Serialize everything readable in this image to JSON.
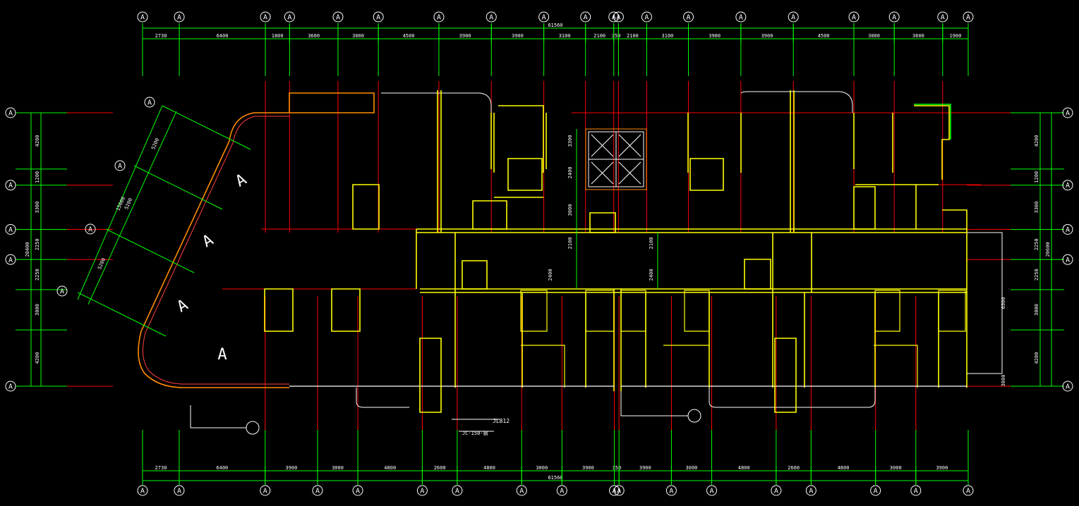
{
  "colors": {
    "background": "#000000",
    "dimension": "#00ff00",
    "axis": "#ff0000",
    "wall": "#ffff00",
    "wall_outline": "#ff8c00",
    "fixture": "#ffffff",
    "bubble_text": "#ffffff",
    "dim_text": "#ffffff"
  },
  "grid_marker": "A",
  "top_dims": {
    "total": "61560",
    "segments": [
      "2730",
      "6400",
      "1800",
      "3600",
      "3000",
      "4500",
      "3900",
      "3900",
      "3100",
      "2100",
      "350",
      "2100",
      "3100",
      "3900",
      "3900",
      "4500",
      "3000",
      "3600",
      "1900"
    ]
  },
  "bottom_dims": {
    "total": "61560",
    "segments": [
      "2730",
      "6400",
      "3900",
      "3000",
      "4800",
      "2600",
      "4800",
      "3000",
      "3900",
      "350",
      "3900",
      "3000",
      "4800",
      "2600",
      "4800",
      "3000",
      "3900"
    ]
  },
  "left_dims": {
    "total": "20400",
    "segments": [
      "4200",
      "1200",
      "3300",
      "2250",
      "2250",
      "3000",
      "4200"
    ]
  },
  "right_dims": {
    "total": "20600",
    "segments": [
      "4200",
      "1200",
      "3300",
      "2250",
      "2250",
      "3000",
      "4200"
    ]
  },
  "diagonal_dims": {
    "total": "15600",
    "segments": [
      "5200",
      "5200",
      "5200"
    ]
  },
  "core_dims": {
    "left": [
      "3300",
      "2400",
      "3000",
      "2100",
      "2400"
    ],
    "right": [
      "2100",
      "2400"
    ]
  },
  "extra_dims": {
    "balcony_right": [
      "6900",
      "3000"
    ]
  },
  "room_labels": [
    "A",
    "A",
    "A",
    "A"
  ],
  "annotations": {
    "stair_note": "JL812",
    "section_note": "JC-150-钢"
  }
}
